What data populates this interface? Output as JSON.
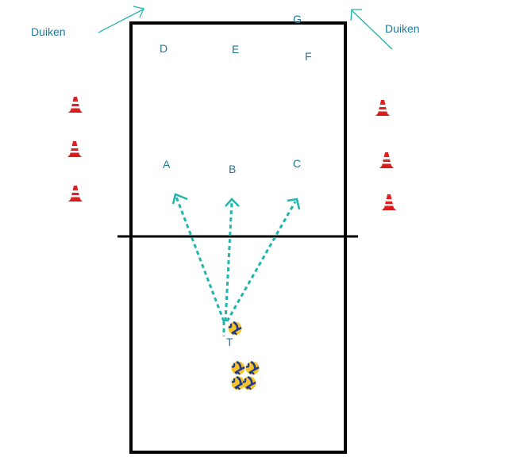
{
  "title": "Volleyball dive drill diagram",
  "colors": {
    "court_line": "#000000",
    "label_text": "#1d7a9a",
    "arrow": "#1fb5ad",
    "cone_red": "#e02020",
    "cone_white": "#f2f2f2",
    "ball_yellow": "#f4c430",
    "ball_blue": "#1f3a8a"
  },
  "side_labels": {
    "left": "Duiken",
    "right": "Duiken"
  },
  "positions": {
    "A": "A",
    "B": "B",
    "C": "C",
    "D": "D",
    "E": "E",
    "F": "F",
    "G": "G",
    "T": "T"
  },
  "cones": {
    "left_count": 3,
    "right_count": 3
  },
  "balls": {
    "held_count": 1,
    "pile_count": 4
  },
  "arrows": {
    "dashed_to": [
      "A",
      "B",
      "C"
    ],
    "solid_dive_directions": [
      "left-up",
      "right-up"
    ]
  }
}
